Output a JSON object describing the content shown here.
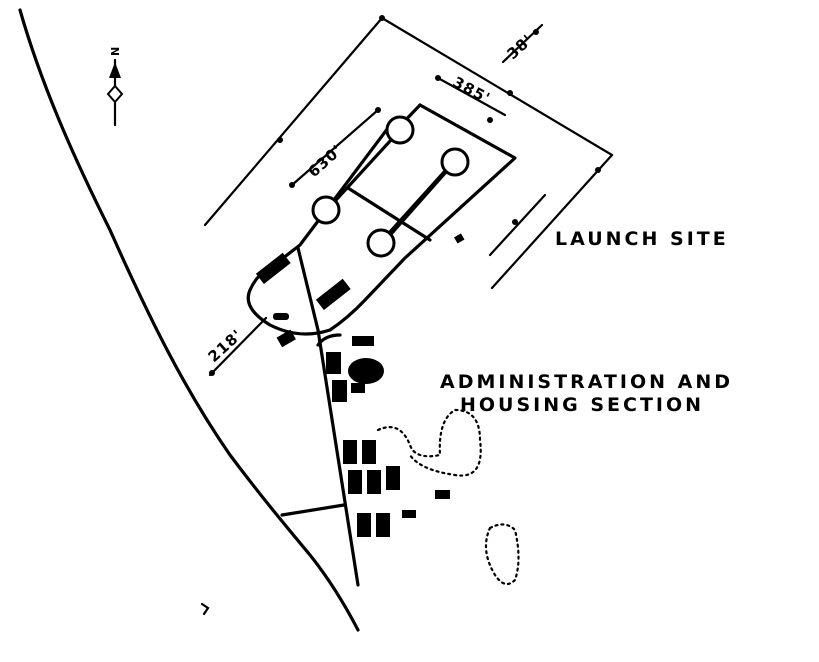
{
  "labels": {
    "launch_site": "LAUNCH SITE",
    "admin_line1": "ADMINISTRATION AND",
    "admin_line2": "HOUSING SECTION",
    "north": "N",
    "dim_630": "630'",
    "dim_385": "385'",
    "dim_218": "218'",
    "dim_38": "38'"
  }
}
